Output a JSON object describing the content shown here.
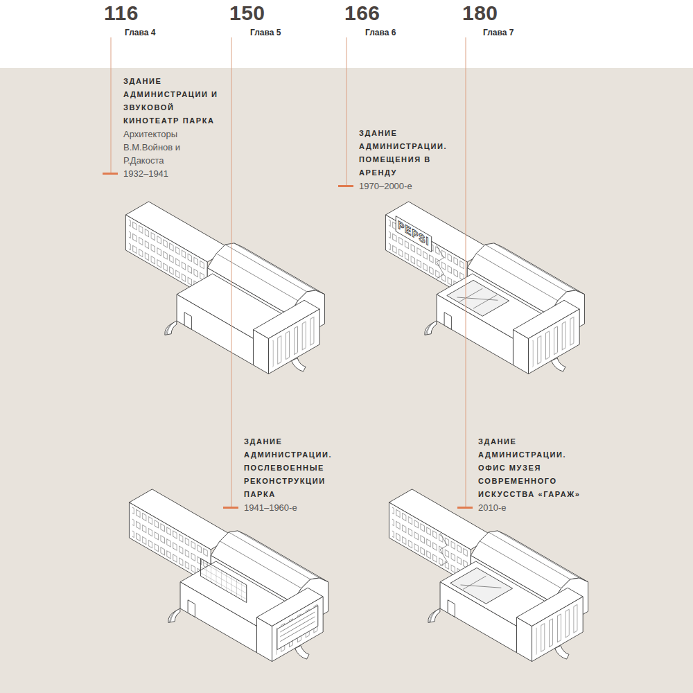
{
  "diagram": {
    "nodes": [
      {
        "text": [
          "116",
          "Глава 4"
        ]
      },
      {
        "text": [
          "150",
          "Глава 5"
        ]
      },
      {
        "text": [
          "166",
          "Глава 6"
        ]
      },
      {
        "text": [
          "180",
          "Глава 7"
        ]
      },
      {
        "text": [
          "ЗДАНИЕ АДМИНИСТРАЦИИ И ЗВУКОВОЙ КИНОТЕАТР ПАРКА",
          "Архитекторы В.М.Войнов и Р.Дакоста",
          "1932–1941"
        ]
      },
      {
        "text": [
          "ЗДАНИЕ АДМИНИСТРАЦИИ. ПОСЛЕВОЕННЫЕ РЕКОНСТРУКЦИИ ПАРКА",
          "1941–1960-е"
        ]
      },
      {
        "text": [
          "ЗДАНИЕ АДМИНИСТРАЦИИ. ПОМЕЩЕНИЯ В АРЕНДУ",
          "1970–2000-е"
        ]
      },
      {
        "text": [
          "ЗДАНИЕ АДМИНИСТРАЦИИ. ОФИС МУЗЕЯ СОВРЕМЕННОГО ИСКУССТВА «ГАРАЖ»",
          "2010-е"
        ]
      }
    ],
    "edges": [
      {
        "from": 0,
        "to": 4,
        "arrow": "none"
      },
      {
        "from": 1,
        "to": 5,
        "arrow": "none"
      },
      {
        "from": 2,
        "to": 6,
        "arrow": "none"
      },
      {
        "from": 3,
        "to": 7,
        "arrow": "none"
      }
    ],
    "labels": [
      "PEPSI"
    ]
  }
}
